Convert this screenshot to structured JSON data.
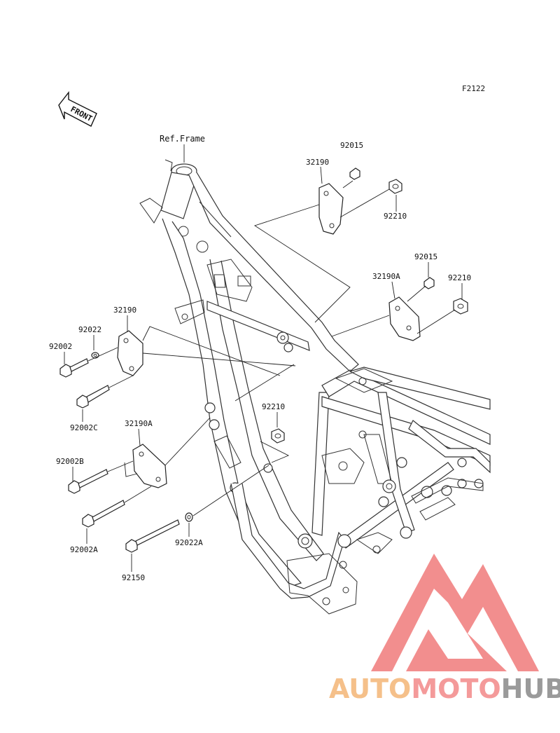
{
  "diagram": {
    "figure_code": "F2122",
    "front_label": "FRONT",
    "reference_label": "Ref.Frame"
  },
  "callouts": {
    "p92015_a": "92015",
    "p32190_a": "32190",
    "p92210_a": "92210",
    "p92015_b": "92015",
    "p32190A_b": "32190A",
    "p92210_b": "92210",
    "p32190_c": "32190",
    "p92022": "92022",
    "p92002": "92002",
    "p92002C": "92002C",
    "p32190A_d": "32190A",
    "p92210_c": "92210",
    "p92002B": "92002B",
    "p92002A": "92002A",
    "p92022A": "92022A",
    "p92150": "92150"
  },
  "watermark": {
    "text_part1": "AUTO",
    "text_part2": "MOTO",
    "text_part3": "HUB",
    "color_part1": "#f5c08a",
    "color_part2": "#f49a9a",
    "color_part3": "#9a9a9a",
    "logo_color": "#f07a7a"
  }
}
